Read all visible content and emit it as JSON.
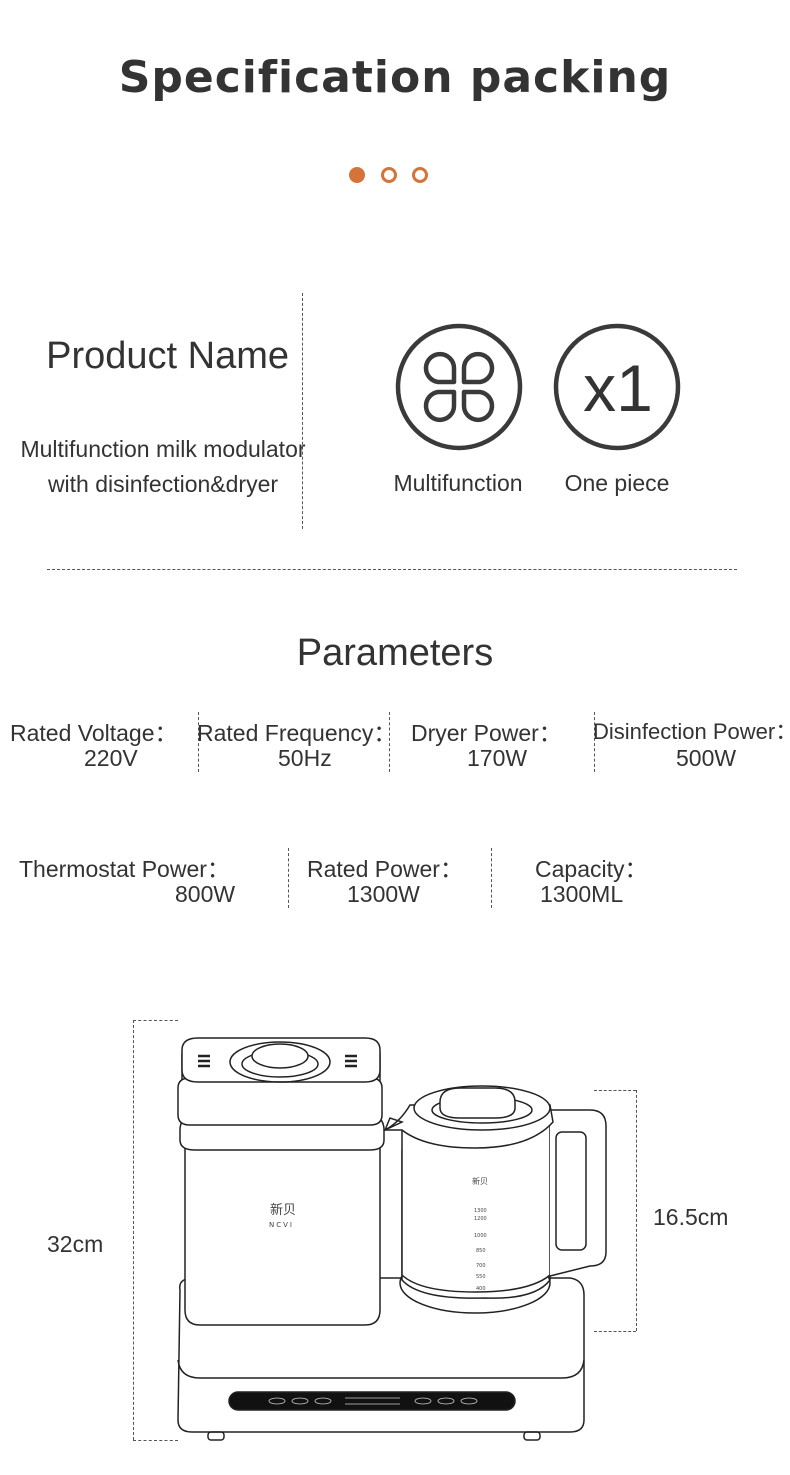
{
  "header": {
    "title": "Specification packing",
    "dots": [
      {
        "state": "active",
        "color": "#d4733a"
      },
      {
        "state": "inactive",
        "color": "#d4733a"
      },
      {
        "state": "inactive",
        "color": "#d4733a"
      }
    ]
  },
  "product": {
    "name_label": "Product Name",
    "description_lines": [
      "Multifunction milk modulator",
      "with disinfection&dryer"
    ],
    "features": [
      {
        "icon": "four-petal-icon",
        "label": "Multifunction"
      },
      {
        "icon": "x1-icon",
        "icon_text": "x1",
        "label": "One piece"
      }
    ]
  },
  "parameters": {
    "heading": "Parameters",
    "row1": [
      {
        "label": "Rated Voltage：",
        "value": "220V"
      },
      {
        "label": "Rated Frequency：",
        "value": "50Hz"
      },
      {
        "label": "Dryer Power：",
        "value": "170W"
      },
      {
        "label": "Disinfection Power：",
        "value": "500W"
      }
    ],
    "row2": [
      {
        "label": "Thermostat Power：",
        "value": "800W"
      },
      {
        "label": "Rated Power：",
        "value": "1300W"
      },
      {
        "label": "Capacity：",
        "value": "1300ML"
      }
    ]
  },
  "dimensions": {
    "height_total": "32cm",
    "height_kettle": "16.5cm",
    "logo_text": "新贝 NCVI",
    "kettle_scale": [
      "1300",
      "1200",
      "1000",
      "850",
      "700",
      "550",
      "400"
    ]
  }
}
